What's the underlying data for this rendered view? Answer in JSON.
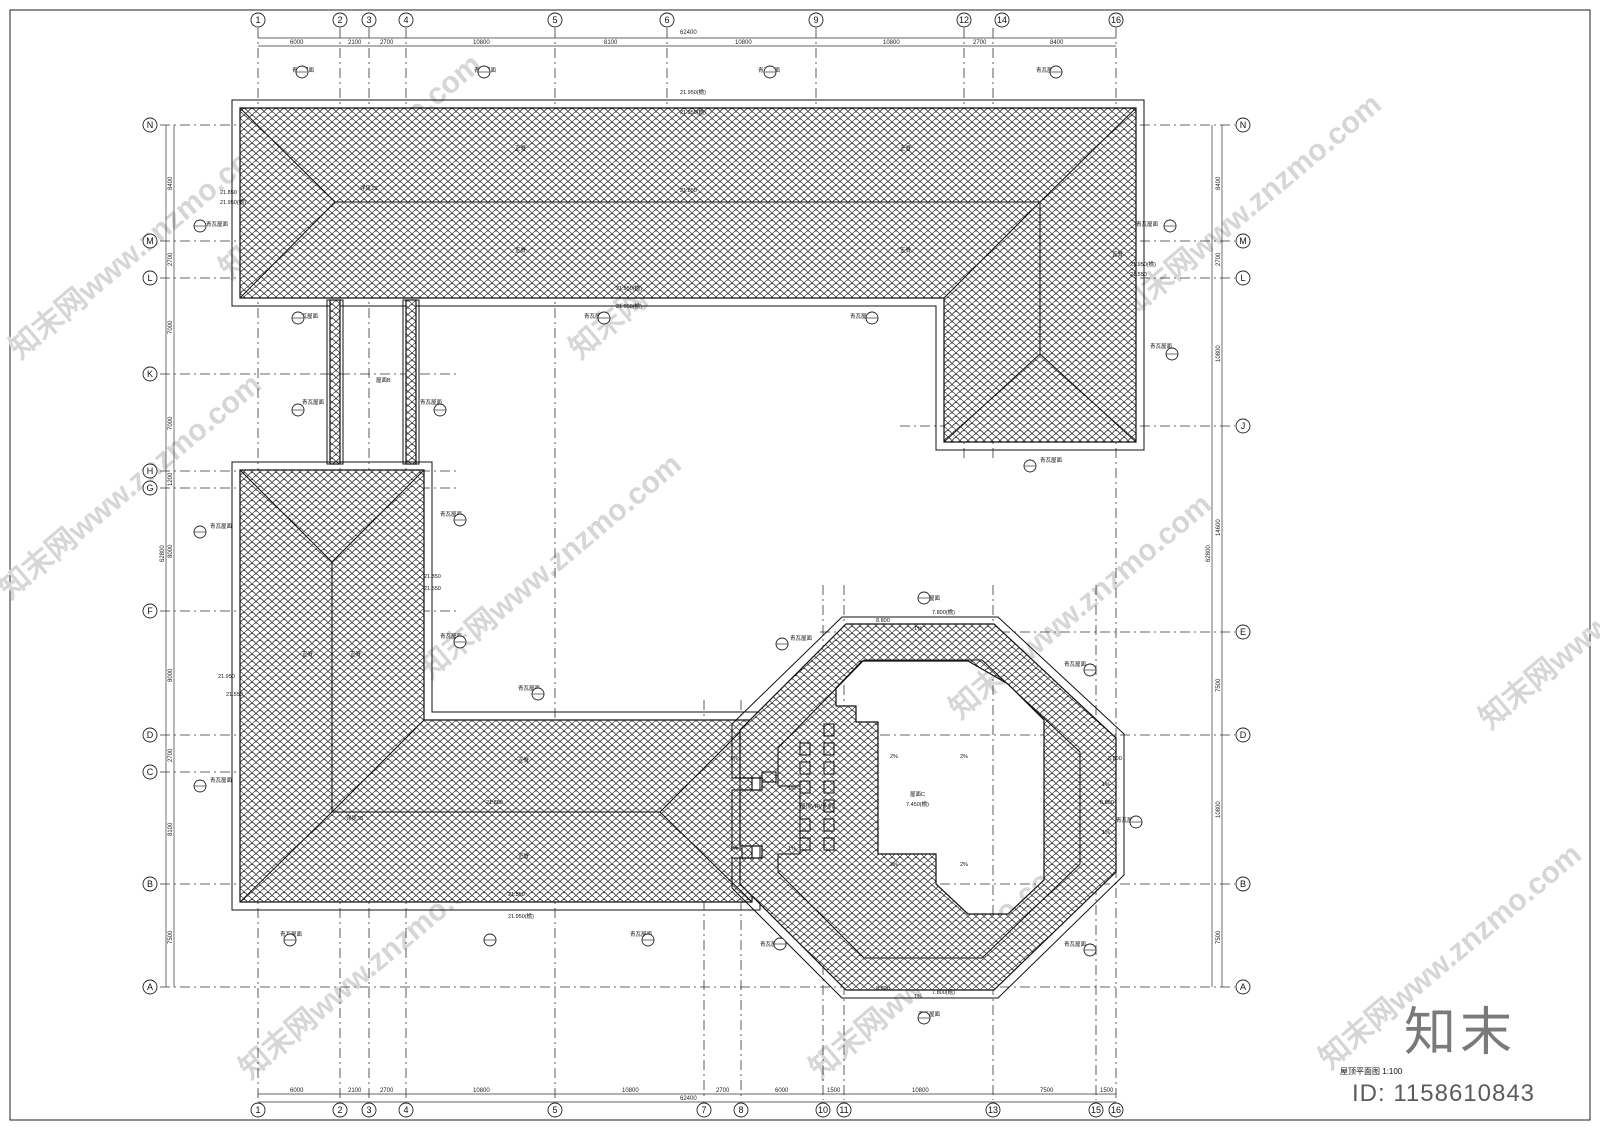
{
  "drawing": {
    "title": "屋顶平面图 1:100",
    "logo_text": "知末",
    "id_text": "ID: 1158610843",
    "watermark_text": "知末网www.znzmo.com"
  },
  "grid_top": [
    "1",
    "2",
    "3",
    "4",
    "5",
    "6",
    "9",
    "12",
    "14",
    "16"
  ],
  "grid_bottom": [
    "1",
    "2",
    "3",
    "4",
    "5",
    "7",
    "8",
    "10",
    "11",
    "13",
    "15",
    "16"
  ],
  "grid_rows_left": [
    "N",
    "M",
    "L",
    "K",
    "H",
    "G",
    "F",
    "D",
    "C",
    "B",
    "A"
  ],
  "grid_rows_right": [
    "N",
    "M",
    "L",
    "J",
    "E",
    "D",
    "B",
    "A"
  ],
  "dims_top": [
    "6000",
    "2100",
    "2700",
    "10800",
    "8100",
    "10800",
    "10800",
    "2700",
    "8400"
  ],
  "dim_top_total": "62400",
  "dims_bottom": [
    "6000",
    "2100",
    "2700",
    "10800",
    "10800",
    "2700",
    "6000",
    "1500",
    "10800",
    "7500",
    "1500"
  ],
  "dim_bottom_total": "62400",
  "dims_left": [
    "8400",
    "2700",
    "7000",
    "7000",
    "1200",
    "8000",
    "8000",
    "2700",
    "8100",
    "7500"
  ],
  "dim_left_total": "62800",
  "dims_right": [
    "8400",
    "2700",
    "10800",
    "14600",
    "7500",
    "10800",
    "7500"
  ],
  "dim_right_total": "62800",
  "labels": {
    "elev_21950": "21.950(檐)",
    "elev_21950b": "21.950",
    "elev_21550": "21.550",
    "elev_21850": "21.850",
    "elev_7800": "7.800(檐)",
    "elev_8800": "8.800",
    "elev_7450": "7.450(檐)",
    "slope_1pct": "1%",
    "slope_2pct": "2%",
    "note_tile": "青瓦屋面",
    "note_ridge": "正脊",
    "note_detail": "详见",
    "note_roof_c": "屋面C",
    "note_roof_b": "屋面B",
    "note_vrv": "屋顶VRV外机",
    "note_detail_ref": "详见JS"
  }
}
